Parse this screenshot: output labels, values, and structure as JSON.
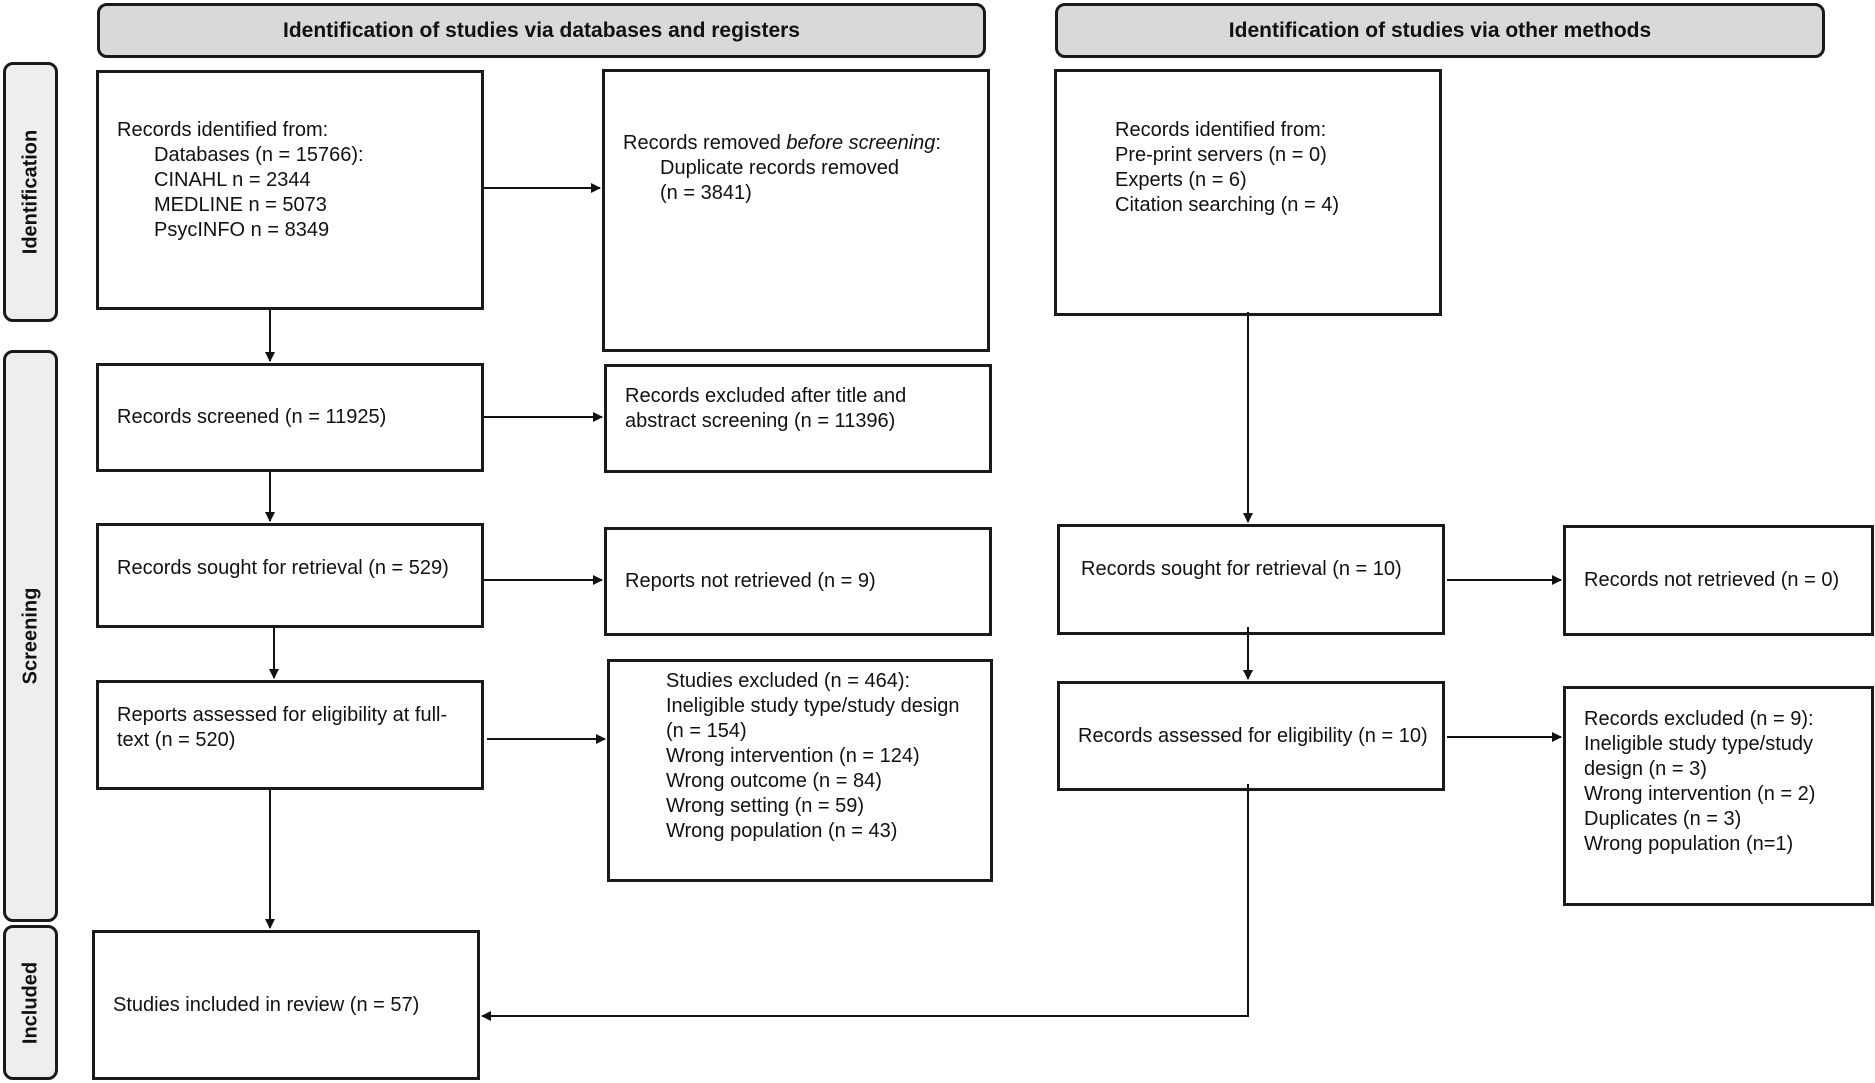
{
  "headers": {
    "databases": "Identification of studies via databases and registers",
    "other": "Identification of studies via other methods"
  },
  "stages": {
    "identification": "Identification",
    "screening": "Screening",
    "included": "Included"
  },
  "db": {
    "identified": {
      "line1": "Records identified from:",
      "line2": "Databases (n = 15766):",
      "line3": "CINAHL n = 2344",
      "line4": "MEDLINE n = 5073",
      "line5": "PsycINFO n = 8349"
    },
    "removed": {
      "prefix": "Records removed ",
      "emph": "before screening",
      "suffix": ":",
      "line2": "Duplicate records removed",
      "line3": "(n = 3841)"
    },
    "screened": "Records screened (n = 11925)",
    "excluded_ta": "Records excluded after title and abstract screening (n = 11396)",
    "sought": "Records sought for retrieval (n = 529)",
    "not_retrieved": "Reports not retrieved (n = 9)",
    "assessed": "Reports assessed for eligibility at full-text (n = 520)",
    "excluded_ft": {
      "line1": "Studies excluded (n = 464):",
      "line2": "Ineligible study type/study design",
      "line3": "(n = 154)",
      "line4": "Wrong intervention (n = 124)",
      "line5": "Wrong outcome (n = 84)",
      "line6": "Wrong setting (n = 59)",
      "line7": "Wrong population (n = 43)"
    },
    "included": "Studies included in review (n = 57)"
  },
  "other": {
    "identified": {
      "line1": "Records identified from:",
      "line2": "Pre-print servers (n = 0)",
      "line3": "Experts (n = 6)",
      "line4": "Citation searching (n = 4)"
    },
    "sought": "Records sought for retrieval (n = 10)",
    "not_retrieved": "Records not retrieved (n = 0)",
    "assessed": "Records assessed for eligibility (n = 10)",
    "excluded": {
      "line1": "Records excluded (n = 9):",
      "line2": "Ineligible study type/study design (n = 3)",
      "line3": "Wrong intervention (n = 2)",
      "line4": "Duplicates (n = 3)",
      "line5": "Wrong population (n=1)"
    }
  }
}
